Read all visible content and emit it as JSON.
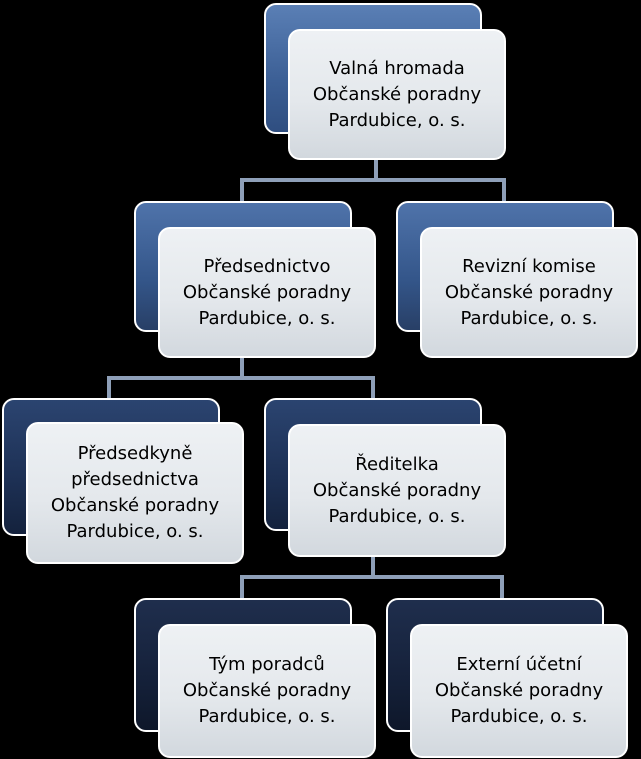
{
  "diagram": {
    "nodes": [
      {
        "id": "valna-hromada",
        "level": 1,
        "lines": [
          "Valná hromada",
          "Občanské poradny",
          "Pardubice, o. s."
        ]
      },
      {
        "id": "predsednictvo",
        "level": 2,
        "lines": [
          "Předsednictvo",
          "Občanské poradny",
          "Pardubice, o. s."
        ]
      },
      {
        "id": "revizni-komise",
        "level": 2,
        "lines": [
          "Revizní komise",
          "Občanské poradny",
          "Pardubice, o. s."
        ]
      },
      {
        "id": "predsedkyne",
        "level": 3,
        "lines": [
          "Předsedkyně",
          "předsednictva",
          "Občanské poradny",
          "Pardubice, o. s."
        ]
      },
      {
        "id": "reditelka",
        "level": 3,
        "lines": [
          "Ředitelka",
          "Občanské poradny",
          "Pardubice, o. s."
        ]
      },
      {
        "id": "tym-poradcu",
        "level": 4,
        "lines": [
          "Tým poradců",
          "Občanské poradny",
          "Pardubice, o. s."
        ]
      },
      {
        "id": "externi-ucetni",
        "level": 4,
        "lines": [
          "Externí účetní",
          "Občanské poradny",
          "Pardubice, o. s."
        ]
      }
    ],
    "edges": [
      {
        "from": "valna-hromada",
        "to": "predsednictvo"
      },
      {
        "from": "valna-hromada",
        "to": "revizni-komise"
      },
      {
        "from": "predsednictvo",
        "to": "predsedkyne"
      },
      {
        "from": "predsednictvo",
        "to": "reditelka"
      },
      {
        "from": "reditelka",
        "to": "tym-poradcu"
      },
      {
        "from": "reditelka",
        "to": "externi-ucetni"
      }
    ]
  }
}
